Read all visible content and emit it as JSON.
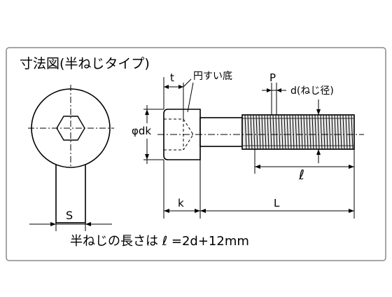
{
  "title": "寸法図(半ねじタイプ)",
  "labels": {
    "t": "t",
    "counterbore": "円すい底",
    "p": "P",
    "thread_dia": "d(ねじ径)",
    "head_dia": "φdk",
    "thread_len": "ℓ",
    "s": "S",
    "k": "k",
    "l": "L"
  },
  "formula": "半ねじの長さは ℓ =2d+12mm",
  "colors": {
    "frame": "#8a8a8a",
    "line": "#000000",
    "thread": "#e6e6e6"
  }
}
